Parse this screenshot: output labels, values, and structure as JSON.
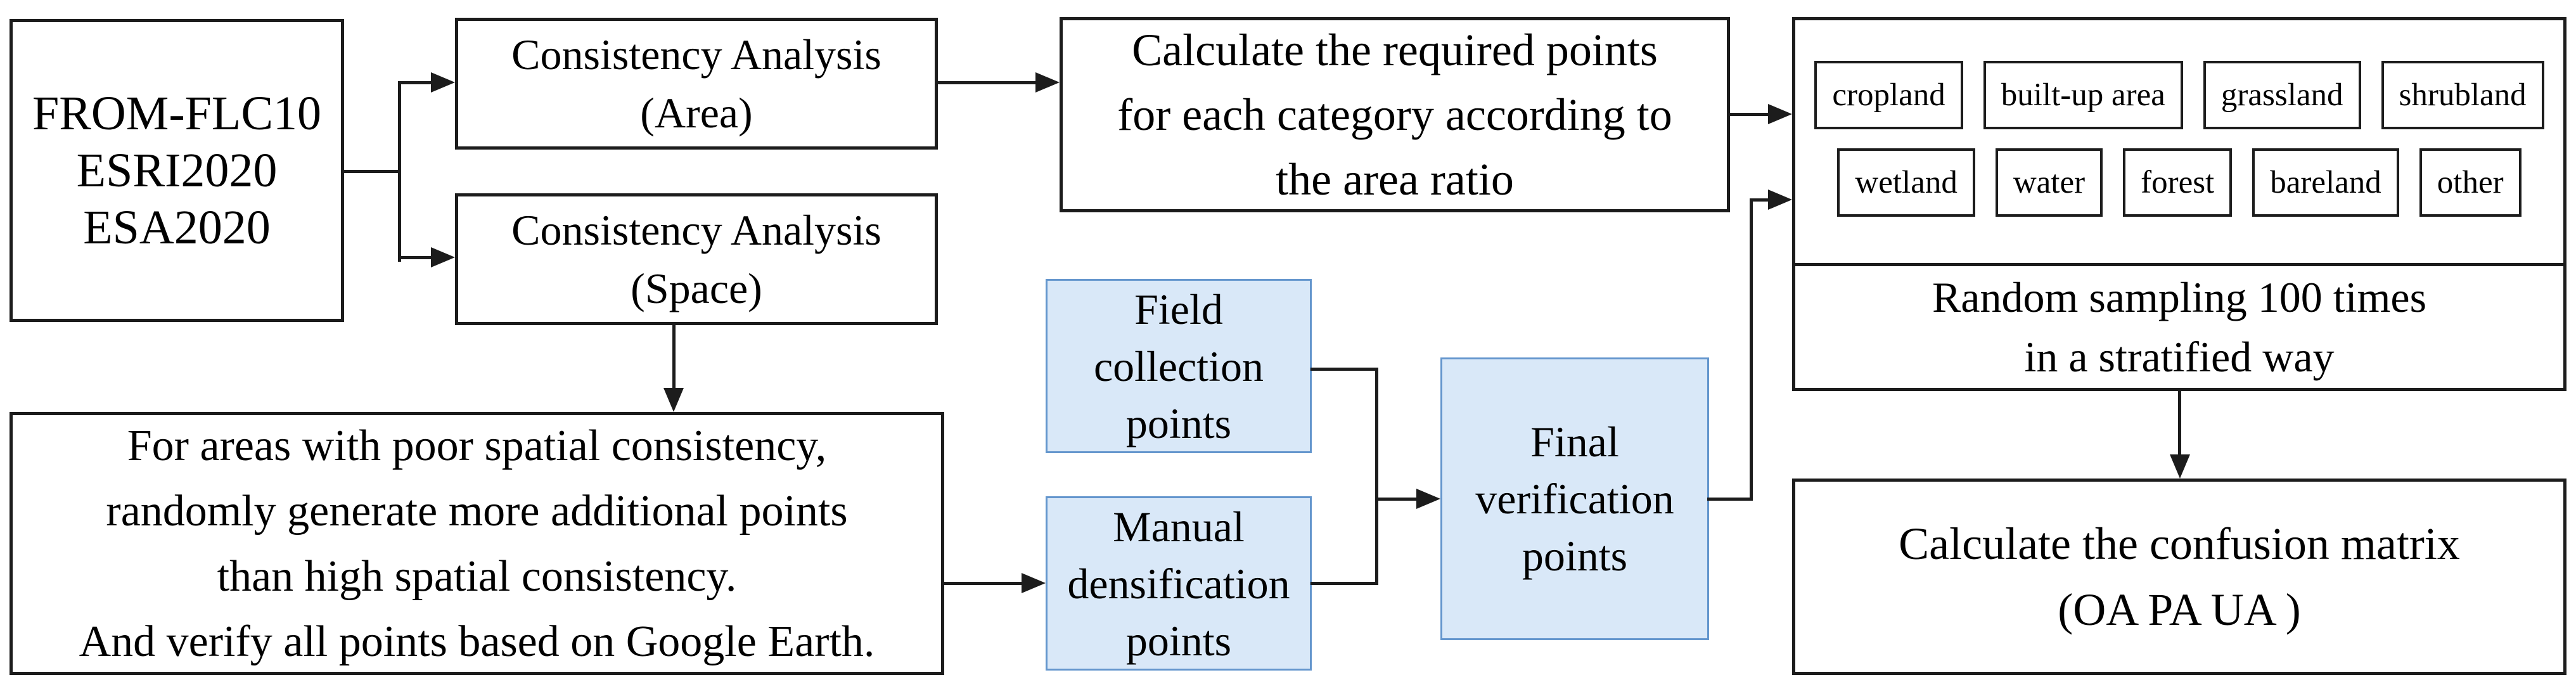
{
  "figure": {
    "colors": {
      "background": "#ffffff",
      "box_border": "#1c1c1c",
      "box_fill": "#ffffff",
      "highlight_fill": "#d9e8f8",
      "highlight_border": "#6496cd",
      "connector": "#1c1c1c",
      "text": "#000000"
    },
    "datasets_box": {
      "lines": [
        "FROM-FLC10",
        "ESRI2020",
        "ESA2020"
      ]
    },
    "consistency_area_box": {
      "lines": [
        "Consistency Analysis",
        "(Area)"
      ]
    },
    "consistency_space_box": {
      "lines": [
        "Consistency Analysis",
        "(Space)"
      ]
    },
    "calculate_points_box": {
      "lines": [
        "Calculate the required points",
        "for each category according to",
        "the area ratio"
      ]
    },
    "categories_box": {
      "row1": [
        "cropland",
        "built-up area",
        "grassland",
        "shrubland"
      ],
      "row2": [
        "wetland",
        "water",
        "forest",
        "bareland",
        "other"
      ]
    },
    "sampling_box": {
      "lines": [
        "Random sampling 100 times",
        "in a stratified way"
      ]
    },
    "poor_consistency_box": {
      "lines": [
        "For areas with poor spatial consistency,",
        "randomly generate more additional points",
        "than high spatial consistency.",
        "And verify all points based on Google Earth."
      ]
    },
    "field_points_box": {
      "lines": [
        "Field",
        "collection",
        "points"
      ]
    },
    "manual_points_box": {
      "lines": [
        "Manual",
        "densification",
        "points"
      ]
    },
    "final_points_box": {
      "lines": [
        "Final",
        "verification",
        "points"
      ]
    },
    "confusion_matrix_box": {
      "lines": [
        "Calculate the confusion matrix",
        "(OA PA UA )"
      ]
    }
  }
}
